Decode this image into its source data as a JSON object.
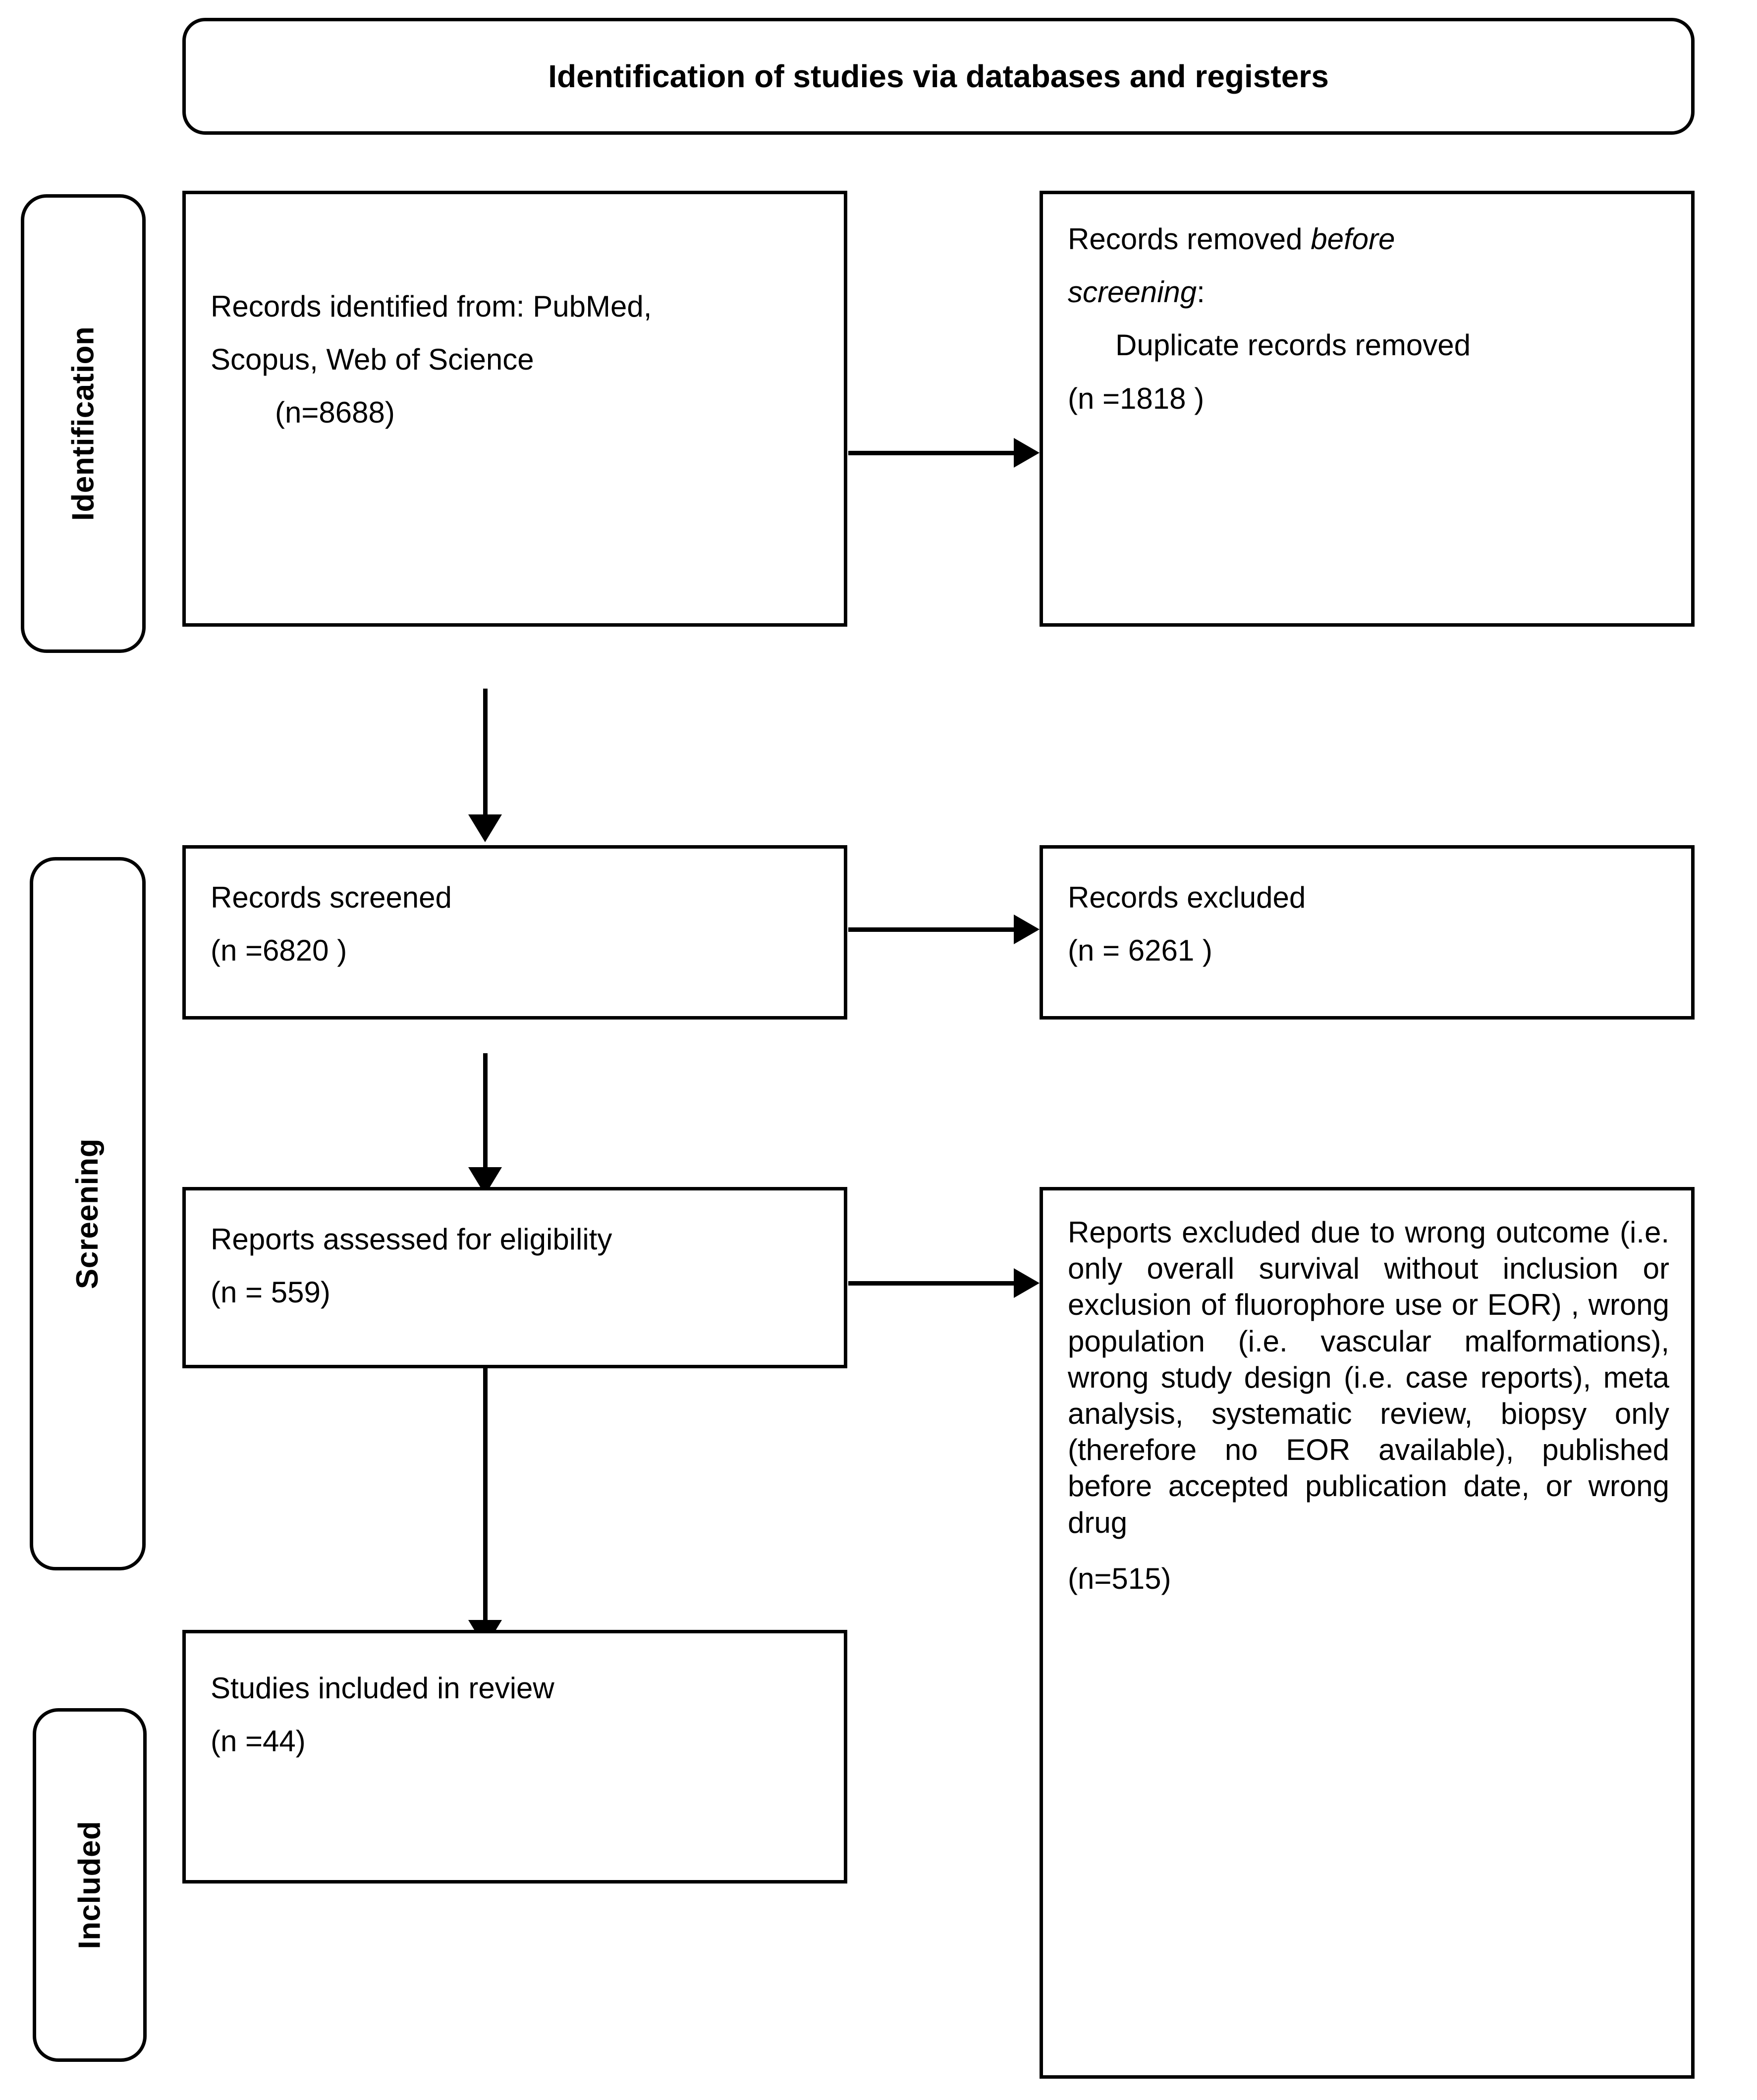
{
  "diagram": {
    "type": "PRISMA flow diagram",
    "title": "Identification of studies via databases and registers",
    "phases": [
      {
        "key": "identification",
        "label": "Identification"
      },
      {
        "key": "screening",
        "label": "Screening"
      },
      {
        "key": "included",
        "label": "Included"
      }
    ],
    "boxes": {
      "records_identified": {
        "line1": "Records identified from: PubMed,",
        "line2": "Scopus, Web of Science",
        "count": "(n=8688)"
      },
      "records_removed": {
        "line1_prefix": "Records removed ",
        "line1_italic": "before",
        "line2_italic": "screening",
        "line2_suffix": ":",
        "line3": "Duplicate records removed",
        "count": "(n =1818 )"
      },
      "records_screened": {
        "label": "Records screened",
        "count": "(n =6820 )"
      },
      "records_excluded": {
        "label": "Records excluded",
        "count": "(n = 6261 )"
      },
      "reports_assessed": {
        "label": "Reports assessed for eligibility",
        "count": "(n = 559)"
      },
      "reports_excluded": {
        "body": "Reports excluded due to wrong outcome (i.e. only overall survival without inclusion or exclusion of fluorophore use or EOR) , wrong population (i.e. vascular malformations), wrong study design (i.e. case reports), meta analysis, systematic review, biopsy only (therefore no EOR available), published before accepted publication date, or wrong drug",
        "count": "(n=515)"
      },
      "studies_included": {
        "label": "Studies included in review",
        "count": "(n =44)"
      }
    },
    "flow_counts": {
      "identified": 8688,
      "duplicates_removed": 1818,
      "screened": 6820,
      "screening_excluded": 6261,
      "assessed": 559,
      "reports_excluded": 515,
      "included": 44
    },
    "colors": {
      "stroke": "#000000",
      "background": "#ffffff",
      "text": "#000000"
    }
  }
}
